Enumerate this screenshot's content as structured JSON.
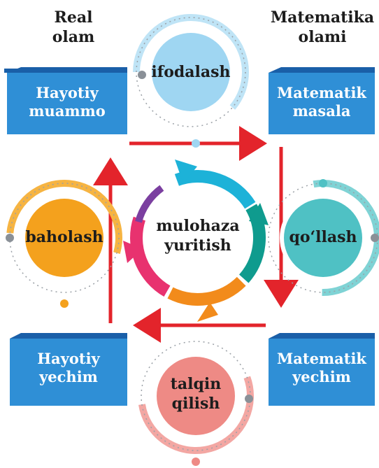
{
  "corner_labels": {
    "real_world": [
      "Real",
      "olam"
    ],
    "math_world": [
      "Matematika",
      "olami"
    ]
  },
  "boxes": {
    "life_problem": [
      "Hayotiy",
      "muammo"
    ],
    "math_problem": [
      "Matematik",
      "masala"
    ],
    "life_solution": [
      "Hayotiy",
      "yechim"
    ],
    "math_solution": [
      "Matematik",
      "yechim"
    ]
  },
  "circles": {
    "formulate": [
      "ifodalash"
    ],
    "evaluate": [
      "baholash"
    ],
    "apply": [
      "qo‘llash"
    ],
    "interpret": [
      "talqin",
      "qilish"
    ],
    "reason": [
      "mulohaza",
      "yuritish"
    ]
  },
  "colors": {
    "box_blue": "#2f8fd6",
    "box_dark": "#1a5fa8",
    "arrow_red": "#e3242b",
    "circle_top": "#9fd6f2",
    "circle_left": "#f4a11d",
    "circle_right": "#4fc1c4",
    "circle_bottom": "#ee8a85",
    "cycle": [
      "#1db2d8",
      "#0f9b8e",
      "#f28b1b",
      "#e8326f",
      "#7b3fa0"
    ]
  },
  "icons": [
    "arrow-right",
    "arrow-down",
    "arrow-left",
    "arrow-up",
    "cycle-arrows"
  ]
}
